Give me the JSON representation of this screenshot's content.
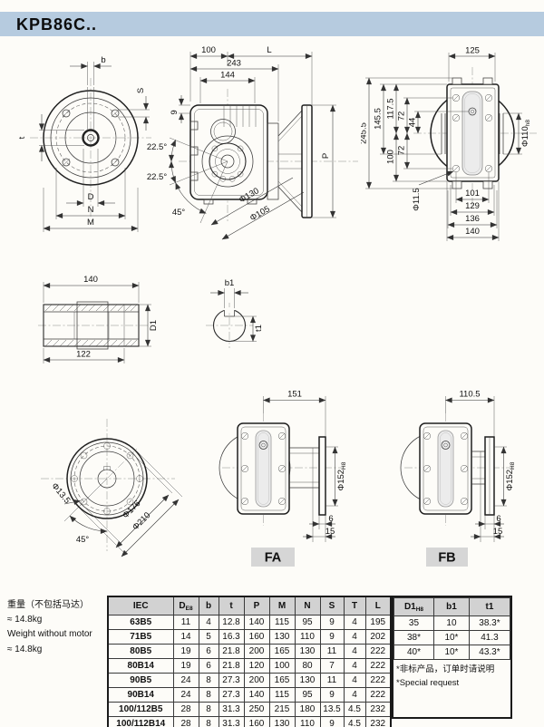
{
  "title": "KPB86C..",
  "weight_note": {
    "zh": "重量（不包括马达）",
    "approx1": "≈ 14.8kg",
    "en": "Weight without motor",
    "approx2": "≈ 14.8kg"
  },
  "dims": {
    "front": {
      "b": "b",
      "s": "S",
      "t": "t",
      "d": "D",
      "n": "N",
      "m": "M"
    },
    "side": {
      "w100": "100",
      "l": "L",
      "w243": "243",
      "w144": "144",
      "h9": "9",
      "a22a": "22.5°",
      "a22b": "22.5°",
      "a45": "45°",
      "phi130": "Φ130",
      "phi105": "Φ105",
      "p": "P"
    },
    "rear": {
      "w125": "125",
      "h245": "245.5",
      "h145": "145.5",
      "h117": "117.5",
      "h72a": "72",
      "h44": "44",
      "h72b": "72",
      "h100": "100",
      "phi11": "Φ11.5",
      "phi110": "Φ110",
      "phi110_sub": "h8",
      "w101": "101",
      "w129": "129",
      "w136": "136",
      "w140": "140"
    },
    "shaft": {
      "w140": "140",
      "d1": "D1",
      "w122": "122",
      "b1": "b1",
      "t1": "t1"
    },
    "flange": {
      "phi13": "Φ13.5",
      "phi176": "Φ176",
      "phi210": "Φ210",
      "a45": "45°"
    },
    "fa": {
      "w151": "151",
      "phi152": "Φ152",
      "phi152_sub": "H8",
      "h6": "6",
      "h15": "15",
      "label": "FA"
    },
    "fb": {
      "w110": "110.5",
      "phi152": "Φ152",
      "phi152_sub": "H8",
      "h6": "6",
      "h15": "15",
      "label": "FB"
    }
  },
  "main_table": {
    "col_iec": "IEC",
    "col_d": "D",
    "col_d_sub": "E8",
    "col_b": "b",
    "col_t": "t",
    "col_p": "P",
    "col_m": "M",
    "col_n": "N",
    "col_s": "S",
    "col_t2": "T",
    "col_l": "L",
    "rows": [
      [
        "63B5",
        "11",
        "4",
        "12.8",
        "140",
        "115",
        "95",
        "9",
        "4",
        "195"
      ],
      [
        "71B5",
        "14",
        "5",
        "16.3",
        "160",
        "130",
        "110",
        "9",
        "4",
        "202"
      ],
      [
        "80B5",
        "19",
        "6",
        "21.8",
        "200",
        "165",
        "130",
        "11",
        "4",
        "222"
      ],
      [
        "80B14",
        "19",
        "6",
        "21.8",
        "120",
        "100",
        "80",
        "7",
        "4",
        "222"
      ],
      [
        "90B5",
        "24",
        "8",
        "27.3",
        "200",
        "165",
        "130",
        "11",
        "4",
        "222"
      ],
      [
        "90B14",
        "24",
        "8",
        "27.3",
        "140",
        "115",
        "95",
        "9",
        "4",
        "222"
      ],
      [
        "100/112B5",
        "28",
        "8",
        "31.3",
        "250",
        "215",
        "180",
        "13.5",
        "4.5",
        "232"
      ],
      [
        "100/112B14",
        "28",
        "8",
        "31.3",
        "160",
        "130",
        "110",
        "9",
        "4.5",
        "232"
      ]
    ]
  },
  "shaft_table": {
    "col_d1": "D1",
    "col_d1_sub": "H8",
    "col_b1": "b1",
    "col_t1": "t1",
    "rows": [
      [
        "35",
        "10",
        "38.3*"
      ],
      [
        "38*",
        "10*",
        "41.3"
      ],
      [
        "40*",
        "10*",
        "43.3*"
      ]
    ],
    "note_zh": "*非标产品，订单时请说明",
    "note_en": "*Special request"
  }
}
